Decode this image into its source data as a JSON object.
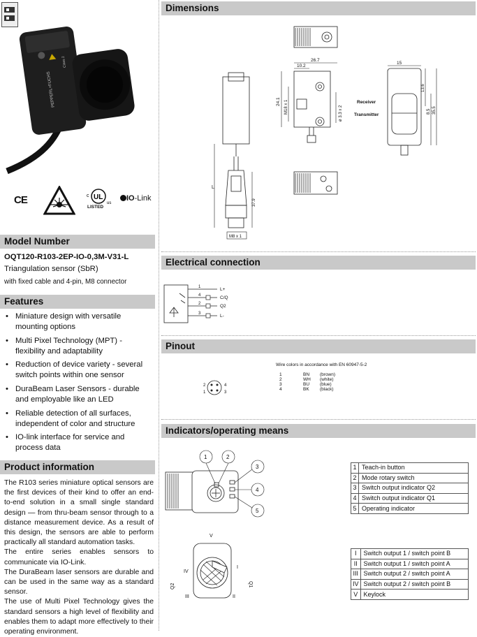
{
  "sections": {
    "dimensions": "Dimensions",
    "electrical": "Electrical connection",
    "pinout": "Pinout",
    "indicators": "Indicators/operating means",
    "model_number": "Model Number",
    "features": "Features",
    "product_info": "Product information"
  },
  "model": {
    "code": "OQT120-R103-2EP-IO-0,3M-V31-L",
    "type": "Triangulation sensor (SbR)",
    "connector": "with fixed cable and 4-pin, M8 connector"
  },
  "certifications": {
    "ce": "CE",
    "ul_listed": "LISTED",
    "iolink_io": "IO",
    "iolink_link": "-Link"
  },
  "features": [
    "Miniature design with versatile mounting options",
    "Multi Pixel Technology (MPT) - flexibility and adaptability",
    "Reduction of device variety - several switch points within one sensor",
    "DuraBeam Laser Sensors - durable and employable like an LED",
    "Reliable detection of all surfaces, independent of color and structure",
    "IO-link interface for service and process data"
  ],
  "product_info": [
    "The R103 series miniature optical sensors are the first devices of their kind to offer an end-to-end solution in a small single standard design — from thru-beam sensor through to a distance measurement device. As a result of this design, the sensors are able to perform practically all standard automation tasks.",
    "The entire series enables sensors to communicate via IO-Link.",
    "The DuraBeam laser sensors are durable and can be used in the same way as a standard sensor.",
    "The use of Multi Pixel Technology gives the standard sensors a high level of flexibility and enables them to adapt more effectively to their operating environment."
  ],
  "dimensions": {
    "d_26_7": "26.7",
    "d_10_2": "10.2",
    "d_15": "15",
    "d_24_1": "24.1",
    "d_m18": "M18 x 1",
    "d_3_3": "ø 3.3 x 2",
    "d_13_6": "13.6",
    "d_8_5": "8.5",
    "d_35_5": "35.5",
    "receiver": "Receiver",
    "transmitter": "Transmitter",
    "d_L": "L",
    "d_37_9": "37.9",
    "d_m8": "M8 x 1"
  },
  "electrical": {
    "pins": [
      "1",
      "4",
      "2",
      "3"
    ],
    "signals": [
      "L+",
      "C/Q",
      "Q2",
      "L-"
    ]
  },
  "pinout": {
    "note": "Wire colors in accordance with EN 60947-5-2",
    "pin_labels": [
      "2",
      "4",
      "1",
      "3"
    ],
    "wires": [
      {
        "pin": "1",
        "code": "BN",
        "color": "(brown)"
      },
      {
        "pin": "2",
        "code": "WH",
        "color": "(white)"
      },
      {
        "pin": "3",
        "code": "BU",
        "color": "(blue)"
      },
      {
        "pin": "4",
        "code": "BK",
        "color": "(black)"
      }
    ]
  },
  "indicators": {
    "callouts": [
      "1",
      "2",
      "3",
      "4",
      "5"
    ],
    "table": [
      {
        "k": "1",
        "v": "Teach-in button"
      },
      {
        "k": "2",
        "v": "Mode rotary switch"
      },
      {
        "k": "3",
        "v": "Switch output indicator Q2"
      },
      {
        "k": "4",
        "v": "Switch output indicator Q1"
      },
      {
        "k": "5",
        "v": "Operating indicator"
      }
    ],
    "dial_labels": {
      "v": "V",
      "iv": "IV",
      "i": "I",
      "iii": "III",
      "ii": "II",
      "q2": "Q2",
      "q1": "Q1"
    },
    "switch_table": [
      {
        "k": "I",
        "v": "Switch output 1 / switch point B"
      },
      {
        "k": "II",
        "v": "Switch output 1 / switch point A"
      },
      {
        "k": "III",
        "v": "Switch output 2 / switch point A"
      },
      {
        "k": "IV",
        "v": "Switch output 2 / switch point B"
      },
      {
        "k": "V",
        "v": "Keylock"
      }
    ]
  },
  "product_label": {
    "brand": "PEPPERL+FUCHS",
    "class": "Class 2"
  },
  "colors": {
    "band": "#c9c9c9",
    "sensor_body": "#1e1e1e"
  }
}
